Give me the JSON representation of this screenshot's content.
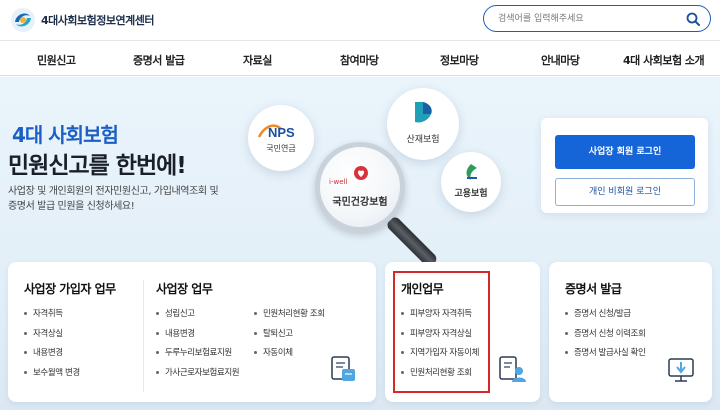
{
  "header": {
    "site_name": "4대사회보험정보연계센터",
    "search_placeholder": "검색어를 입력해주세요"
  },
  "nav": {
    "items": [
      "민원신고",
      "증명서 발급",
      "자료실",
      "참여마당",
      "정보마당",
      "안내마당",
      "4대 사회보험 소개"
    ]
  },
  "hero": {
    "title_line1": "4대 사회보험",
    "title_line2": "민원신고를 한번에!",
    "description_line1": "사업장 및 개인회원의 전자민원신고, 가입내역조회 및",
    "description_line2": "증명서 발급 민원을 신청하세요!",
    "agencies": {
      "nps_logo": "NPS",
      "nps": "국민연금",
      "kcomwel": "산재보험",
      "ei": "고용보험",
      "nhis_sub": "i-well",
      "nhis": "국민건강보험"
    }
  },
  "login": {
    "business_label": "사업장 회원 로그인",
    "personal_label": "개인 비회원 로그인"
  },
  "cards": {
    "subscriber": {
      "title": "사업장 가입자 업무",
      "items": [
        "자격취득",
        "자격상실",
        "내용변경",
        "보수월액 변경"
      ]
    },
    "workplace": {
      "title": "사업장 업무",
      "items_col1": [
        "성립신고",
        "내용변경",
        "두루누리보험료지원",
        "가사근로자보험료지원"
      ],
      "items_col2": [
        "민원처리현황 조회",
        "탈퇴신고",
        "자동이체"
      ]
    },
    "personal": {
      "title": "개인업무",
      "items": [
        "피부양자 자격취득",
        "피부양자 자격상실",
        "지역가입자 자동이체",
        "민원처리현황 조회"
      ]
    },
    "certificate": {
      "title": "증명서 발급",
      "items": [
        "증명서 신청/발급",
        "증명서 신청 이력조회",
        "증명서 발급사실 확인"
      ]
    }
  },
  "colors": {
    "brand_blue": "#1565d8",
    "title_blue": "#1b5fc5",
    "highlight_red": "#d62828"
  }
}
